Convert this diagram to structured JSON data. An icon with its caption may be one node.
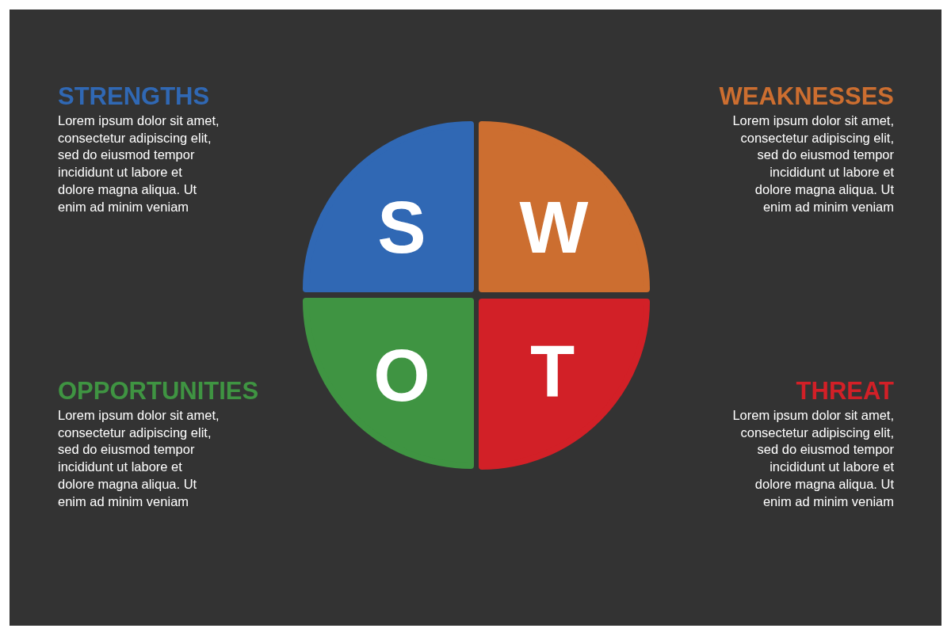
{
  "diagram": {
    "nodes": [
      {
        "text": [
          "S"
        ],
        "beside": [
          "STRENGTHS",
          "Lorem ipsum dolor sit amet, consectetur adipiscing elit, sed do eiusmod tempor incididunt ut labore et dolore magna aliqua. Ut enim ad minim veniam"
        ]
      },
      {
        "text": [
          "W"
        ],
        "beside": [
          "WEAKNESSES",
          "Lorem ipsum dolor sit amet, consectetur adipiscing elit, sed do eiusmod tempor incididunt ut labore et dolore magna aliqua. Ut enim ad minim veniam"
        ]
      },
      {
        "text": [
          "O"
        ],
        "beside": [
          "OPPORTUNITIES",
          "Lorem ipsum dolor sit amet, consectetur adipiscing elit, sed do eiusmod tempor incididunt ut labore et dolore magna aliqua. Ut enim ad minim veniam"
        ]
      },
      {
        "text": [
          "T"
        ],
        "beside": [
          "THREAT",
          "Lorem ipsum dolor sit amet, consectetur adipiscing elit, sed do eiusmod tempor incididunt ut labore et dolore magna aliqua. Ut enim ad minim veniam"
        ]
      }
    ],
    "edges": []
  }
}
